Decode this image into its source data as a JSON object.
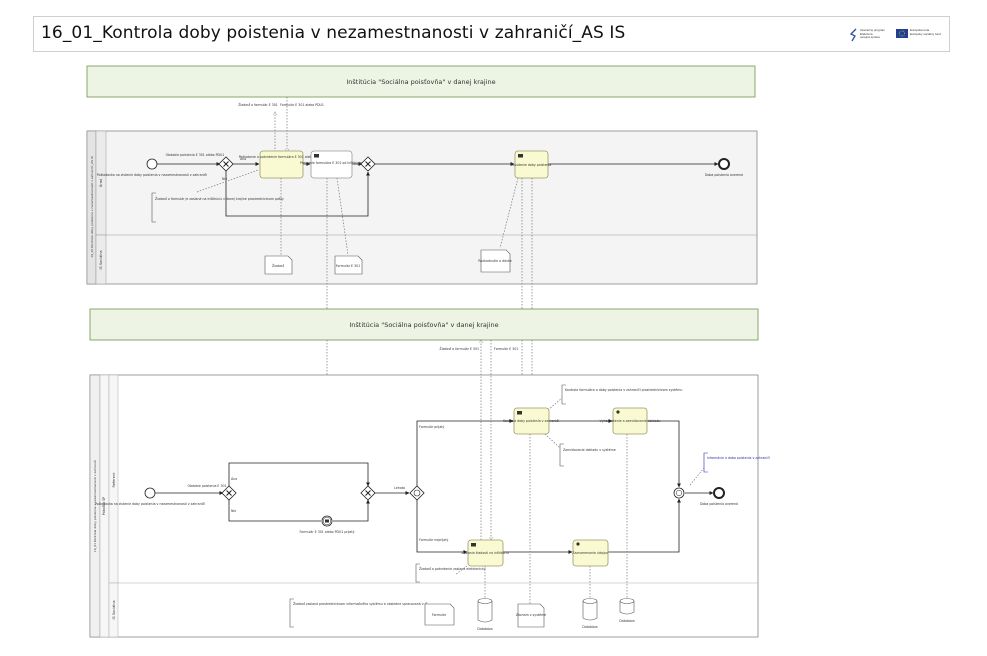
{
  "header": {
    "title": "16_01_Kontrola doby poistenia v nezamestnanosti v zahraničí_AS IS",
    "logo_left": "Operačný program\nEfektívna\nverejná správa",
    "logo_right": "Európska únia\nEurópsky sociálny fond"
  },
  "colors": {
    "pool_fill": "#eef4e3",
    "pool_border": "#6f9350",
    "task_fill": "#fafad2",
    "task_border": "#9a9a6a",
    "lane_fill": "#f4f4f4",
    "line": "#222222",
    "dotted": "#777777",
    "annotation_link": "#2a2ab0"
  },
  "top": {
    "pool_label": "Inštitúcia \"Sociálna poisťovňa\" v danej krajine",
    "lane_vertical_label": "16_01 Kontrola doby poistenia v nezamestnanosti v zahraničí_AS IS",
    "lane1_label": "Úrad",
    "lane2_label": "IS Sociálna",
    "start_label": "Požiadavka na zistenie doby poistenia v nezamestnanosti v zahraničí",
    "gateway_in_label": "Obdobie poistenia E 301 alebo PDU1",
    "yes_label": "Áno",
    "no_label": "Nie",
    "task1": "Požiadanie o potvrdenie formulára E 301 alebo PDU1",
    "task2": "Prevzatie formulára E 301 od inštitúcie",
    "task3": "Posúdenie doby poistenia",
    "end_label": "Doba poistenia overená",
    "note1": "Žiadosť o formulár je zaslaná na inštitúciu v danej krajine prostredníctvom pošty",
    "msg_out": "Žiadosť o formulár E 301",
    "msg_in": "Formulár E 301 alebo PDU1",
    "doc1": "Žiadosť",
    "doc2": "Formulár E 301",
    "doc3": "Rozhodnutie o dávke"
  },
  "bottom": {
    "pool_label": "Inštitúcia \"Sociálna poisťovňa\" v danej krajine",
    "lane_vertical_label": "16_01 Kontrola doby poistenia v nezamestnanosti v zahraničí",
    "lane_group_label": "Pobočka SP",
    "lane1_label": "Referent",
    "lane2_label": "IS Sociálna",
    "start_label": "Požiadavka na zistenie doby poistenia v nezamestnanosti v zahraničí",
    "gateway_label": "Obdobie poistenia E 301",
    "yes_label": "Áno",
    "no_label": "Nie",
    "intermediate_label": "Formulár E 301 alebo PDU1 prijatý",
    "event_gateway_label": "Lehota",
    "path_up_label": "Formulár prijatý",
    "path_down_label": "Formulár neprijatý",
    "task_check": "Kontrola doby poistenia v zahraničí",
    "task_eval": "Vyhodnotenie a zaevidovanie dokladu",
    "task_send": "Zaslanie žiadosti na inštitúciu",
    "task_record": "Zaznamenanie údajov",
    "end_label": "Doba poistenia overená",
    "note_top": "Kontrola formulára a doby poistenia v zahraničí prostredníctvom systému",
    "note_mid": "Zaevidovanie dokladu v systéme",
    "note_left": "Žiadosť o potvrdenie zaslaná elektronicky",
    "note_bottom": "Žiadosť zaslaná prostredníctvom informačného systému a následne spracovaná v IS",
    "note_right": "Informácie o doba poistenia v zahraničí",
    "msg_out": "Žiadosť o formulár E 301",
    "msg_in": "Formulár E 301",
    "data1": "Formulár",
    "data2": "Záznam v systéme",
    "data3": "Databáza",
    "data4": "Databáza"
  }
}
